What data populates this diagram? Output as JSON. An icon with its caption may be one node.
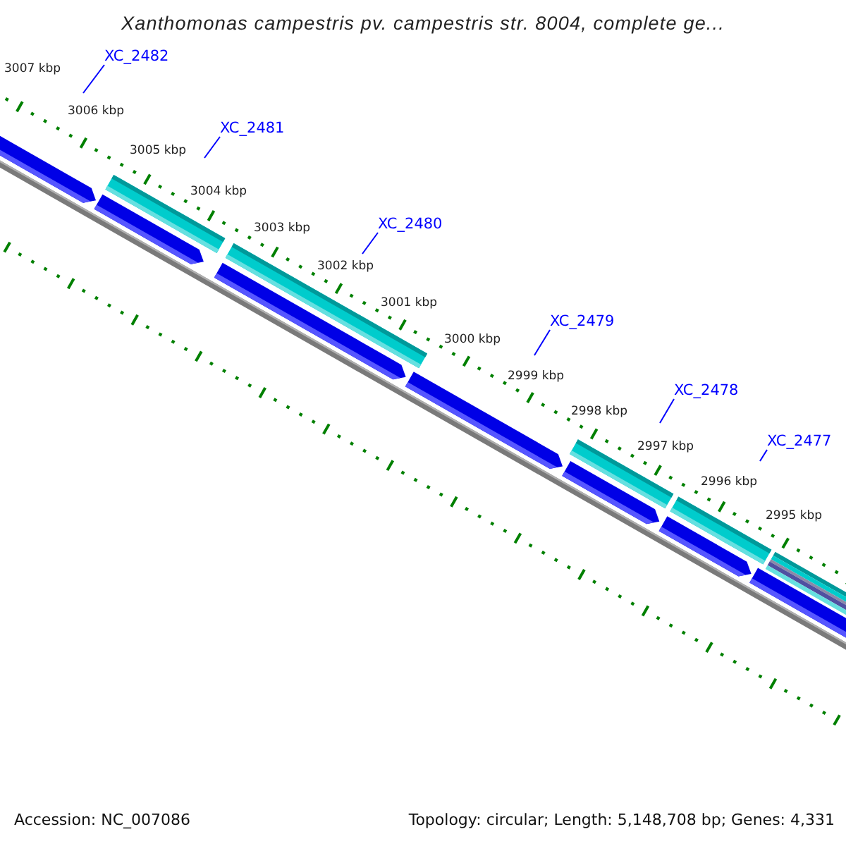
{
  "diagram": {
    "title": "Xanthomonas campestris pv. campestris str. 8004, complete ge...",
    "nodes": [
      {
        "text": [
          "XC_2482"
        ]
      },
      {
        "text": [
          "XC_2481"
        ]
      },
      {
        "text": [
          "XC_2480"
        ]
      },
      {
        "text": [
          "XC_2479"
        ]
      },
      {
        "text": [
          "XC_2478"
        ]
      },
      {
        "text": [
          "XC_2477"
        ]
      }
    ],
    "edges": [
      {
        "from": 0,
        "to": null,
        "arrow": "none"
      },
      {
        "from": 1,
        "to": null,
        "arrow": "none"
      },
      {
        "from": 2,
        "to": null,
        "arrow": "none"
      },
      {
        "from": 3,
        "to": null,
        "arrow": "none"
      },
      {
        "from": 4,
        "to": null,
        "arrow": "none"
      },
      {
        "from": 5,
        "to": null,
        "arrow": "none"
      }
    ],
    "labels": [
      "3007 kbp",
      "3006 kbp",
      "3005 kbp",
      "3004 kbp",
      "3003 kbp",
      "3002 kbp",
      "3001 kbp",
      "3000 kbp",
      "2999 kbp",
      "2998 kbp",
      "2997 kbp",
      "2996 kbp",
      "2995 kbp",
      "Accession: NC_007086",
      "Topology: circular; Length: 5,148,708 bp; Genes: 4,331"
    ]
  }
}
